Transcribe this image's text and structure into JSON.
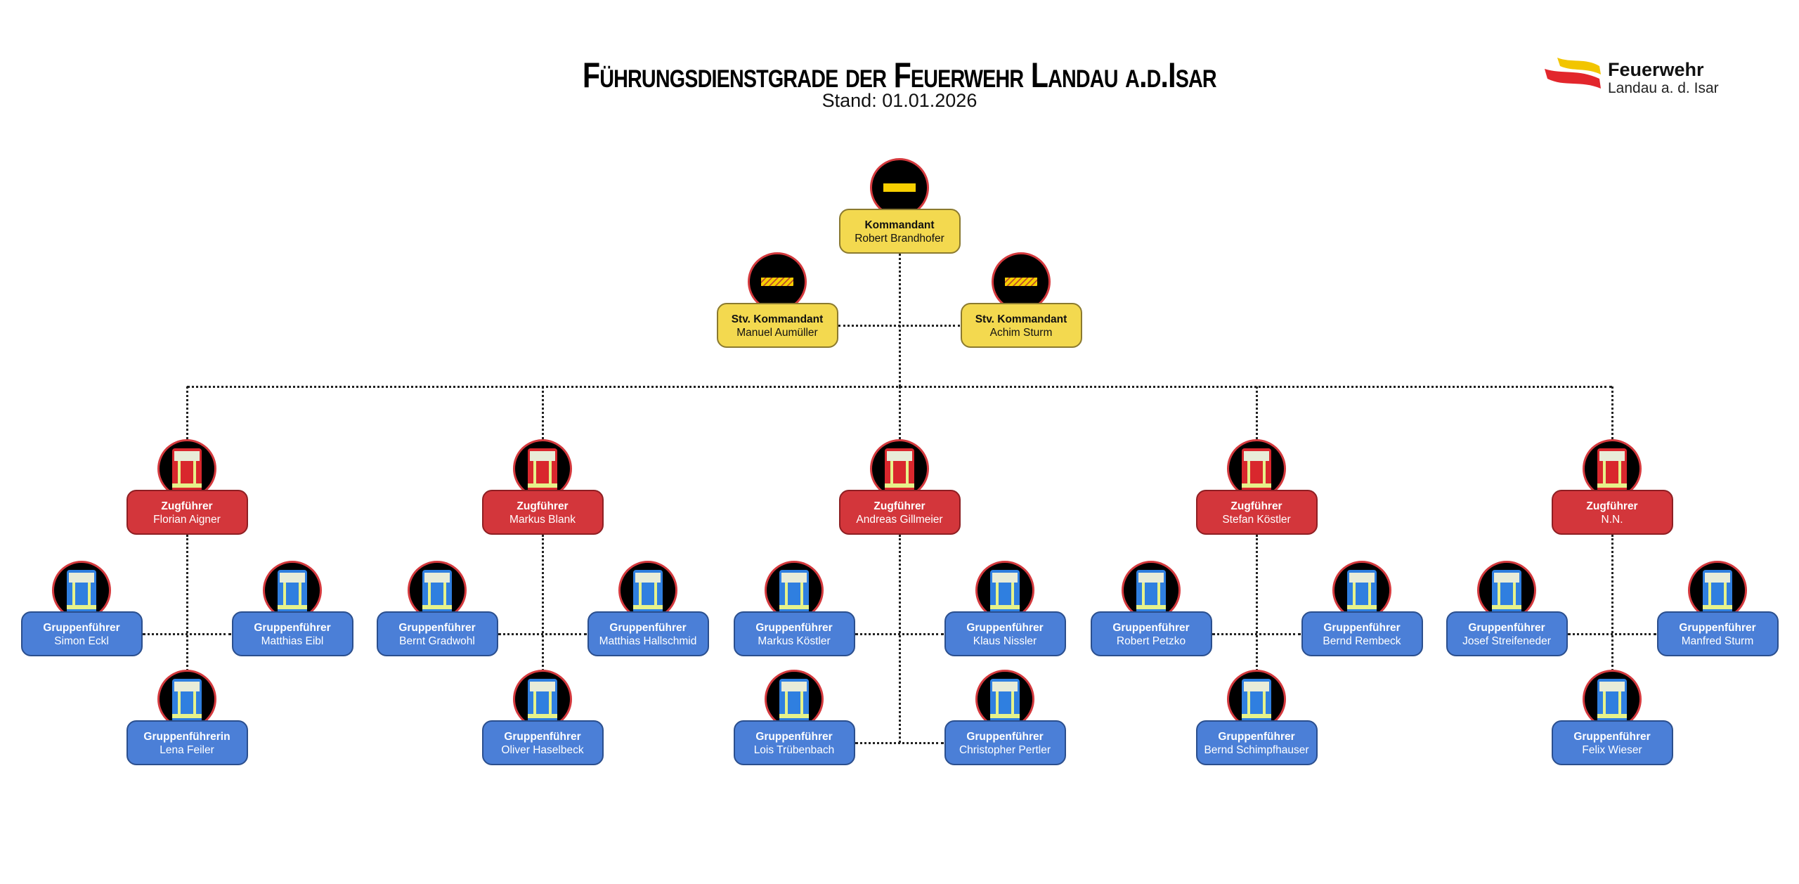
{
  "header": {
    "title": "Führungsdienstgrade der Feuerwehr Landau a.d.Isar",
    "subtitle": "Stand: 01.01.2026"
  },
  "logo": {
    "line1": "Feuerwehr",
    "line2": "Landau a. d. Isar",
    "colors": [
      "#f2c500",
      "#e2262c"
    ]
  },
  "colors": {
    "kommando": "#f3d94f",
    "zugfuehrer": "#d3363b",
    "gruppenfuehrer": "#4b7fd7",
    "badge_ring": "#d43a3e"
  },
  "kommandant": {
    "rank": "Kommandant",
    "name": "Robert Brandhofer"
  },
  "stellvertreter": [
    {
      "rank": "Stv. Kommandant",
      "name": "Manuel Aumüller"
    },
    {
      "rank": "Stv. Kommandant",
      "name": "Achim Sturm"
    }
  ],
  "zuege": [
    {
      "rank": "Zugführer",
      "name": "Florian Aigner",
      "gruppen": [
        {
          "rank": "Gruppenführer",
          "name": "Simon Eckl"
        },
        {
          "rank": "Gruppenführer",
          "name": "Matthias Eibl"
        },
        {
          "rank": "Gruppenführerin",
          "name": "Lena Feiler"
        }
      ]
    },
    {
      "rank": "Zugführer",
      "name": "Markus Blank",
      "gruppen": [
        {
          "rank": "Gruppenführer",
          "name": "Bernt Gradwohl"
        },
        {
          "rank": "Gruppenführer",
          "name": "Matthias Hallschmid"
        },
        {
          "rank": "Gruppenführer",
          "name": "Oliver Haselbeck"
        }
      ]
    },
    {
      "rank": "Zugführer",
      "name": "Andreas Gillmeier",
      "gruppen": [
        {
          "rank": "Gruppenführer",
          "name": "Markus Köstler"
        },
        {
          "rank": "Gruppenführer",
          "name": "Klaus Nissler"
        },
        {
          "rank": "Gruppenführer",
          "name": "Lois Trübenbach"
        },
        {
          "rank": "Gruppenführer",
          "name": "Christopher Pertler"
        }
      ]
    },
    {
      "rank": "Zugführer",
      "name": "Stefan Köstler",
      "gruppen": [
        {
          "rank": "Gruppenführer",
          "name": "Robert Petzko"
        },
        {
          "rank": "Gruppenführer",
          "name": "Bernd Rembeck"
        },
        {
          "rank": "Gruppenführer",
          "name": "Bernd Schimpfhauser"
        }
      ]
    },
    {
      "rank": "Zugführer",
      "name": "N.N.",
      "gruppen": [
        {
          "rank": "Gruppenführer",
          "name": "Josef Streifeneder"
        },
        {
          "rank": "Gruppenführer",
          "name": "Manfred Sturm"
        },
        {
          "rank": "Gruppenführer",
          "name": "Felix Wieser"
        }
      ]
    }
  ]
}
